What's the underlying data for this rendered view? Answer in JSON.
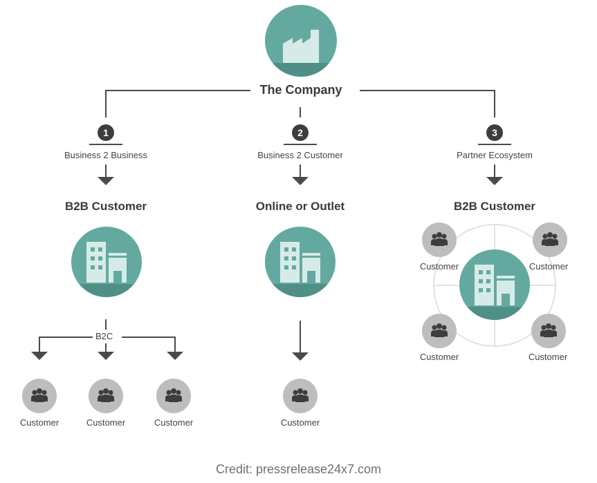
{
  "diagram": {
    "root": {
      "label": "The Company",
      "icon": "factory-icon"
    },
    "branches": [
      {
        "number": "1",
        "channel": "Business 2 Business",
        "heading": "B2B Customer",
        "icon": "building-icon",
        "sub_label": "B2C",
        "customers": [
          "Customer",
          "Customer",
          "Customer"
        ]
      },
      {
        "number": "2",
        "channel": "Business 2 Customer",
        "heading": "Online or Outlet",
        "icon": "building-icon",
        "customers": [
          "Customer"
        ]
      },
      {
        "number": "3",
        "channel": "Partner Ecosystem",
        "heading": "B2B Customer",
        "icon": "building-icon",
        "customers": [
          "Customer",
          "Customer",
          "Customer",
          "Customer"
        ]
      }
    ],
    "colors": {
      "teal": "#64a9a0",
      "teal_dark": "#4f8f87",
      "icon_fill": "#d6ebe8",
      "line": "#4a4a4a",
      "customer_bg": "#bdbdbd",
      "people_icon": "#3d3d3d"
    }
  },
  "credit": "Credit: pressrelease24x7.com"
}
